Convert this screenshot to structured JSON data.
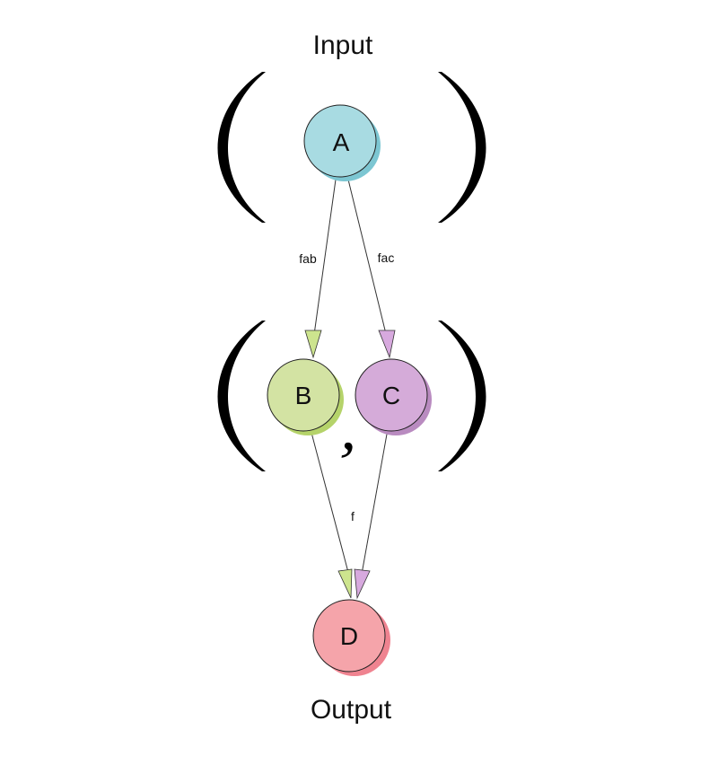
{
  "diagram": {
    "input_label": "Input",
    "output_label": "Output",
    "nodes": {
      "a": {
        "label": "A",
        "color": "#a8dbe2",
        "shade": "#7cc6d2"
      },
      "b": {
        "label": "B",
        "color": "#d3e3a3",
        "shade": "#b5d36a"
      },
      "c": {
        "label": "C",
        "color": "#d5abd9",
        "shade": "#b98bc0"
      },
      "d": {
        "label": "D",
        "color": "#f5a4aa",
        "shade": "#ef8390"
      }
    },
    "edges": {
      "a_to_b": {
        "label": "fab"
      },
      "a_to_c": {
        "label": "fac"
      },
      "bc_to_d": {
        "label": "f"
      }
    },
    "tuple_separator": ","
  }
}
